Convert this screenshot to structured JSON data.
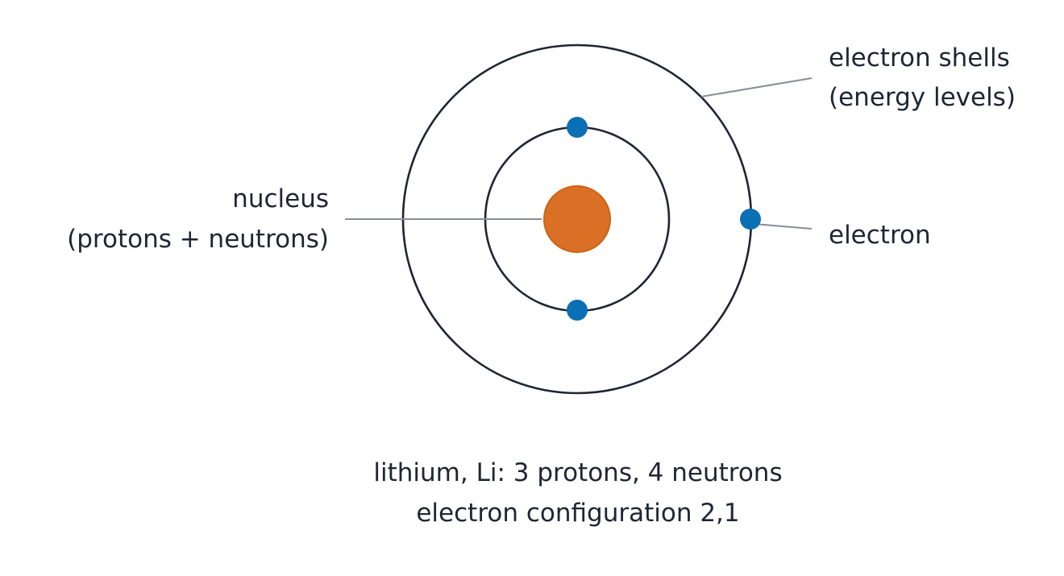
{
  "diagram": {
    "element": "lithium",
    "labels": {
      "shells_line1": "electron shells",
      "shells_line2": "(energy levels)",
      "nucleus_line1": "nucleus",
      "nucleus_line2": "(protons + neutrons)",
      "electron": "electron"
    },
    "caption": {
      "line1": "lithium, Li: 3 protons, 4 neutrons",
      "line2": "electron configuration 2,1"
    },
    "shells": [
      {
        "electrons": 2
      },
      {
        "electrons": 1
      }
    ],
    "colors": {
      "shell_stroke": "#1f2533",
      "nucleus_fill": "#d97026",
      "nucleus_stroke": "#cc6410",
      "electron": "#0a6fb4",
      "leader_line": "#8a8d96",
      "text": "#1f2533"
    }
  }
}
